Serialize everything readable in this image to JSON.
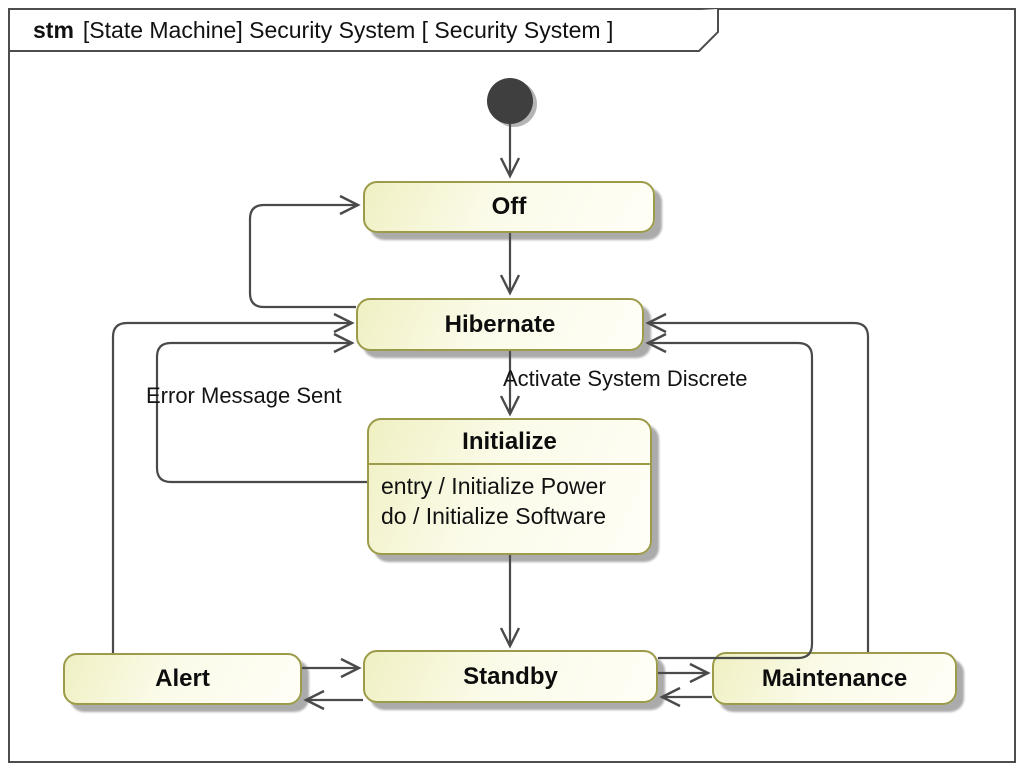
{
  "frame": {
    "keyword": "stm",
    "title": "[State Machine] Security System [ Security System ]"
  },
  "states": {
    "off": {
      "label": "Off"
    },
    "hibernate": {
      "label": "Hibernate"
    },
    "initialize": {
      "label": "Initialize",
      "entry_action": "entry / Initialize Power",
      "do_action": "do / Initialize Software"
    },
    "alert": {
      "label": "Alert"
    },
    "standby": {
      "label": "Standby"
    },
    "maintenance": {
      "label": "Maintenance"
    }
  },
  "transitions": {
    "activate": {
      "from": "Hibernate",
      "to": "Initialize",
      "label": "Activate System Discrete"
    },
    "error": {
      "from": "Initialize",
      "to": "Hibernate",
      "label": "Error Message Sent"
    },
    "unlabeled": [
      {
        "from": "initial",
        "to": "Off"
      },
      {
        "from": "Off",
        "to": "Hibernate"
      },
      {
        "from": "Hibernate",
        "to": "Off"
      },
      {
        "from": "Initialize",
        "to": "Standby"
      },
      {
        "from": "Alert",
        "to": "Hibernate"
      },
      {
        "from": "Standby",
        "to": "Hibernate"
      },
      {
        "from": "Maintenance",
        "to": "Hibernate"
      },
      {
        "from": "Alert",
        "to": "Standby"
      },
      {
        "from": "Standby",
        "to": "Alert"
      },
      {
        "from": "Standby",
        "to": "Maintenance"
      },
      {
        "from": "Maintenance",
        "to": "Standby"
      }
    ]
  },
  "colors": {
    "state_border": "#9b9b4a",
    "state_fill_yellow": "#f0f0c3",
    "state_fill_white": "#fefef6",
    "line": "#4a4a4a",
    "shadow": "#ababab",
    "initial_node": "#3f3f3f"
  }
}
